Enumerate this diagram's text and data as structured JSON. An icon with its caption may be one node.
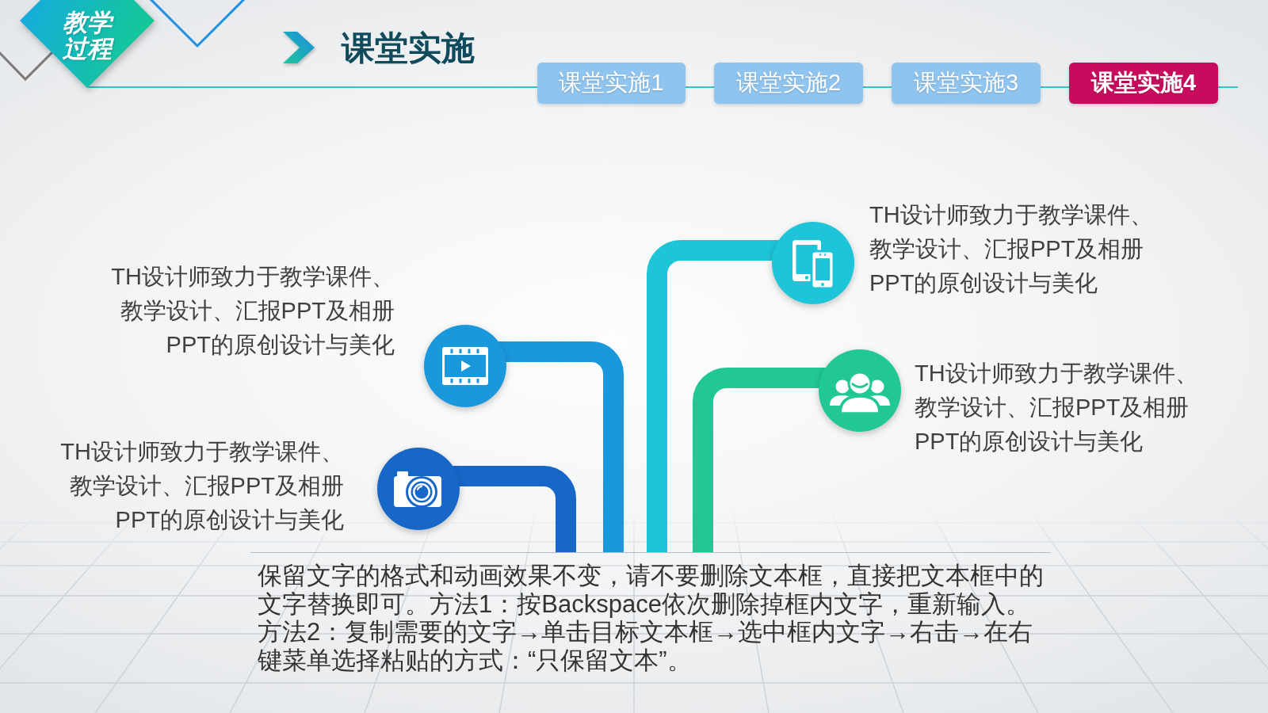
{
  "diagram": {
    "title": "课堂实施",
    "nodes": [
      {
        "text": [
          "教学过程"
        ]
      },
      {
        "text": [
          "课堂实施1"
        ]
      },
      {
        "text": [
          "课堂实施2"
        ]
      },
      {
        "text": [
          "课堂实施3"
        ]
      },
      {
        "text": [
          "课堂实施4"
        ]
      },
      {
        "text": [],
        "shape": "circle",
        "beside": [
          "TH设计师致力于教学课件、教学设计、汇报PPT及相册PPT的原创设计与美化"
        ]
      },
      {
        "text": [],
        "shape": "circle",
        "beside": [
          "TH设计师致力于教学课件、教学设计、汇报PPT及相册PPT的原创设计与美化"
        ]
      },
      {
        "text": [],
        "shape": "circle",
        "beside": [
          "TH设计师致力于教学课件、教学设计、汇报PPT及相册PPT的原创设计与美化"
        ]
      },
      {
        "text": [],
        "shape": "circle",
        "beside": [
          "TH设计师致力于教学课件、教学设计、汇报PPT及相册PPT的原创设计与美化"
        ]
      },
      {
        "text": [
          "保留文字的格式和动画效果不变，请不要删除文本框，直接把文本框中的文字替换即可。方法1：按Backspace依次删除掉框内文字，重新输入。方法2：复制需要的文字→单击目标文本框→选中框内文字→右击→在右键菜单选择粘贴的方式：“只保留文本”。"
        ]
      }
    ],
    "edges": [
      {
        "from": 5,
        "to": 9,
        "arrow": "none",
        "color": "#1b98dc"
      },
      {
        "from": 6,
        "to": 9,
        "arrow": "none",
        "color": "#1767c9"
      },
      {
        "from": 7,
        "to": 9,
        "arrow": "none",
        "color": "#1ec4d8"
      },
      {
        "from": 8,
        "to": 9,
        "arrow": "none",
        "color": "#21c895"
      }
    ]
  }
}
